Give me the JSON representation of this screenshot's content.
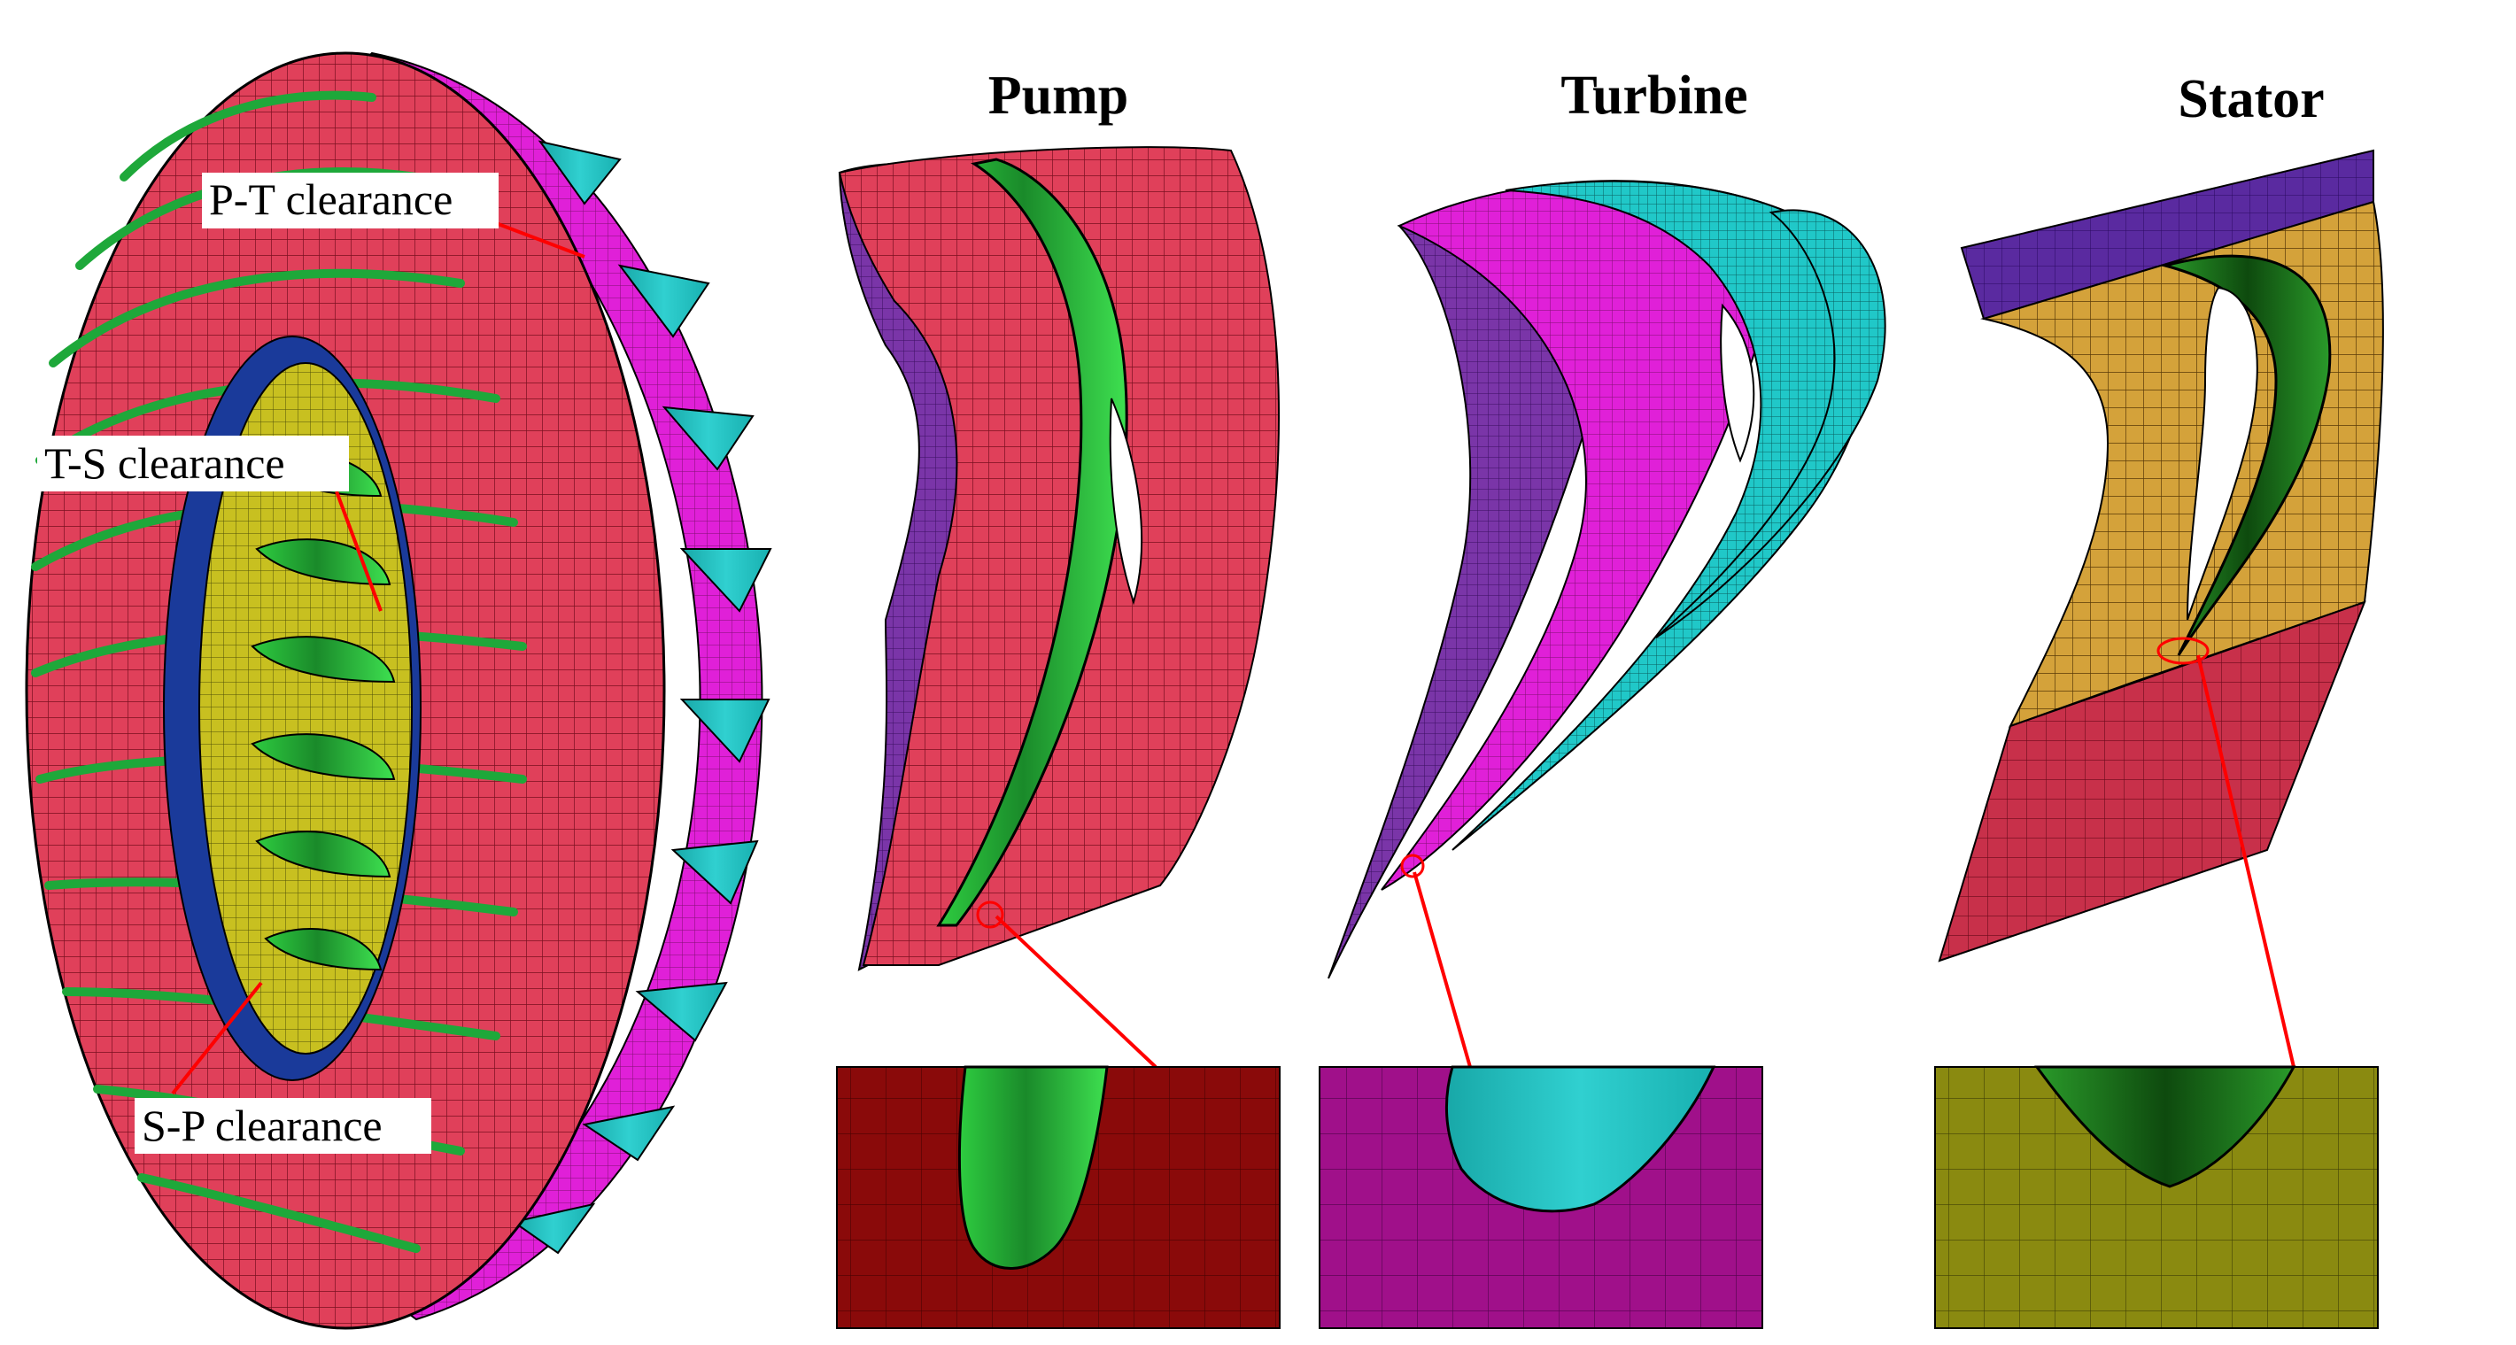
{
  "panels": {
    "pump": {
      "title": "Pump"
    },
    "turbine": {
      "title": "Turbine"
    },
    "stator": {
      "title": "Stator"
    }
  },
  "clearances": {
    "pt": "P-T clearance",
    "ts": "T-S clearance",
    "sp": "S-P clearance"
  },
  "colors": {
    "pump_blade": "#e0405a",
    "pump_shroud": "#7a35a8",
    "pump_gap": "#1ea83a",
    "turbine_blade": "#e020d8",
    "turbine_gap": "#20c8c8",
    "turbine_shroud": "#7a35a8",
    "stator_blade": "#d4a23a",
    "stator_top": "#5a2aa0",
    "stator_bottom": "#c8304a",
    "stator_gap": "#1f7a1f",
    "zoom_pump_bg": "#8a0a0a",
    "zoom_turbine_bg": "#a0108a",
    "zoom_stator_bg": "#8a8a10",
    "leader_line": "#ff0000"
  }
}
